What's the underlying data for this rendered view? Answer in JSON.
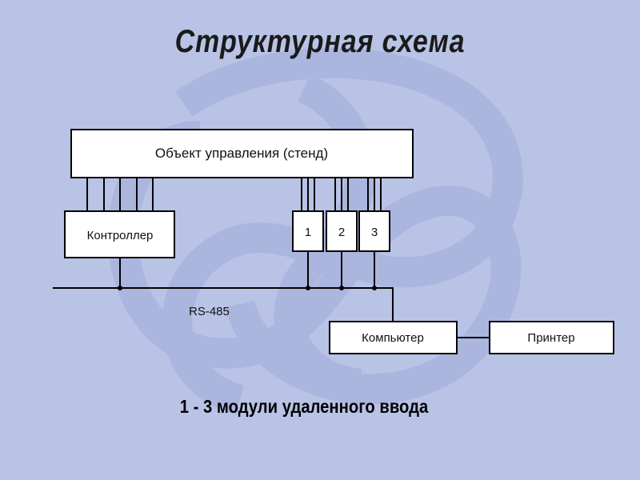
{
  "slide": {
    "title": "Структурная схема",
    "caption": "1 - 3 модули удаленного ввода"
  },
  "diagram": {
    "object_label": "Объект управления (стенд)",
    "controller_label": "Контроллер",
    "modules": [
      "1",
      "2",
      "3"
    ],
    "bus_label": "RS-485",
    "computer_label": "Компьютер",
    "printer_label": "Принтер"
  },
  "colors": {
    "background": "#b9c3e6",
    "box_fill": "#ffffff",
    "line": "#000000"
  }
}
